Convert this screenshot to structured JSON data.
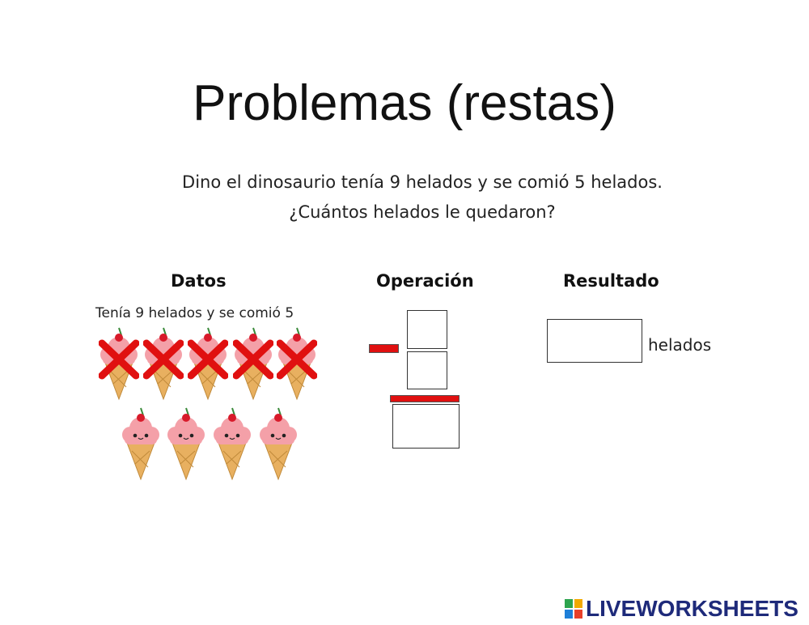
{
  "title": "Problemas (restas)",
  "problem": {
    "line1": "Dino el dinosaurio tenía 9 helados y se comió 5 helados.",
    "line2": "¿Cuántos helados le quedaron?"
  },
  "headers": {
    "datos": "Datos",
    "operacion": "Operación",
    "resultado": "Resultado"
  },
  "datos": {
    "text": "Tenía 9 helados y se comió 5",
    "total": 9,
    "crossed": 5
  },
  "operacion": {
    "operator": "minus",
    "minuend": "",
    "subtrahend": "",
    "difference": ""
  },
  "resultado": {
    "value": "",
    "unit": "helados"
  },
  "colors": {
    "cross": "#e01010",
    "scoop": "#f4a0a8",
    "cone": "#e8b060",
    "cherry": "#d81a2a"
  },
  "icons": [
    "ice-cream-icon",
    "cross-mark-icon",
    "liveworksheets-logo"
  ],
  "brand": "LIVEWORKSHEETS"
}
